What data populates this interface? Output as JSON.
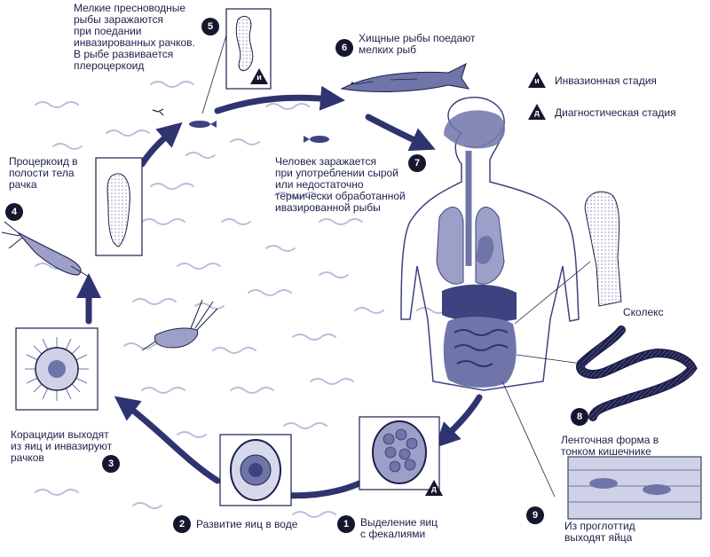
{
  "steps": [
    {
      "n": "1",
      "text": "Выделение яиц\nс фекалиями"
    },
    {
      "n": "2",
      "text": "Развитие яиц в воде"
    },
    {
      "n": "3",
      "text": "Корацидии выходят\nиз яиц и инвазируют\nрачков"
    },
    {
      "n": "4",
      "text": "Процеркоид в\nполости тела\nрачка"
    },
    {
      "n": "5",
      "text": "Мелкие пресноводные\nрыбы заражаются\nпри поедании\nинвазированных рачков.\nВ рыбе развивается\nплероцеркоид"
    },
    {
      "n": "6",
      "text": "Хищные рыбы поедают\nмелких рыб"
    },
    {
      "n": "7",
      "text": "Человек заражается\nпри употреблении сырой\nили недостаточно\nтермически обработанной\nивазированной рыбы"
    },
    {
      "n": "8",
      "text": "Ленточная форма в\nтонком кишечнике"
    },
    {
      "n": "9",
      "text": "Из проглоттид\nвыходят яйца"
    }
  ],
  "legend": [
    {
      "letter": "и",
      "text": "Инвазионная стадия"
    },
    {
      "letter": "д",
      "text": "Диагностическая стадия"
    }
  ],
  "scolex_label": "Сколекс",
  "colors": {
    "primary": "#2e3470",
    "dark": "#15172e",
    "organ": "#6f75a8",
    "organ_dark": "#3d4380",
    "water": "#b9bdd8"
  }
}
